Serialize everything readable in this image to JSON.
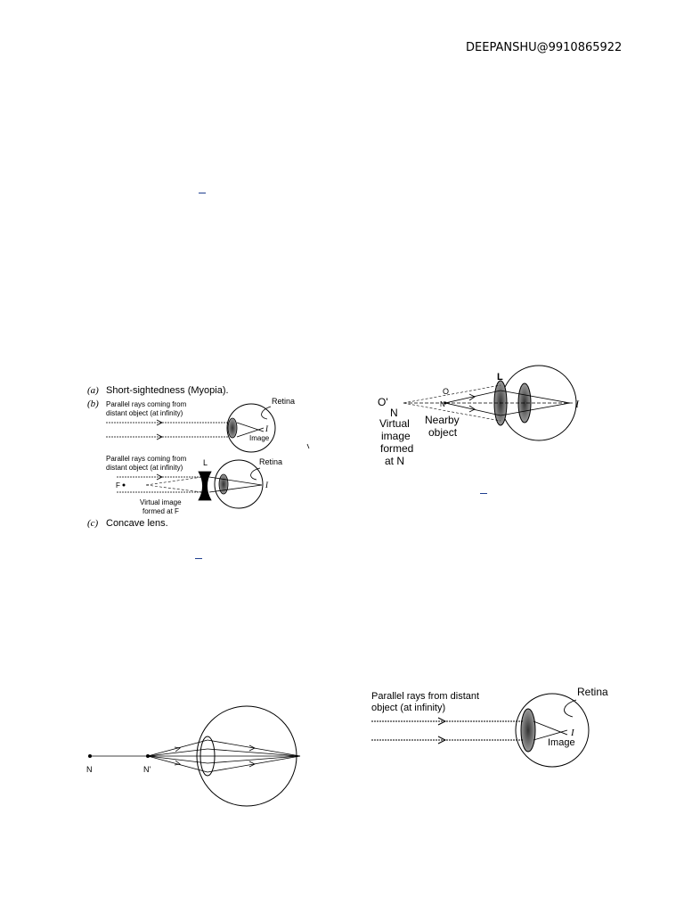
{
  "header": {
    "text": "DEEPANSHU@9910865922"
  },
  "fig_myopia": {
    "line_a": "Short-sightedness (Myopia).",
    "marker_a": "(a)",
    "marker_b": "(b)",
    "rays_label_1": "Parallel rays coming from",
    "rays_label_2": "distant object (at infinity)",
    "retina": "Retina",
    "image_i": "I",
    "image_label": "Image",
    "rays_label2_1": "Parallel rays coming from",
    "rays_label2_2": "distant object (at infinity)",
    "lens_l": "L",
    "retina2": "Retina",
    "focus_f": "F",
    "image_i2": "I",
    "virtual_1": "Virtual image",
    "virtual_2": "formed at F",
    "marker_c": "(c)",
    "line_c": "Concave lens."
  },
  "fig_hyper": {
    "o_prime": "O'",
    "n_top": "N",
    "o_label": "O",
    "n_small": "N",
    "lens_l": "L",
    "image_i": "I",
    "virtual_1": "Virtual",
    "virtual_2": "image",
    "virtual_3": "formed",
    "virtual_4": "at N",
    "nearby_1": "Nearby",
    "nearby_2": "object"
  },
  "fig_np": {
    "n": "N",
    "n_prime": "N'"
  },
  "fig_distant": {
    "rays_1": "Parallel rays from distant",
    "rays_2": "object (at infinity)",
    "retina": "Retina",
    "image_i": "I",
    "image_label": "Image"
  }
}
